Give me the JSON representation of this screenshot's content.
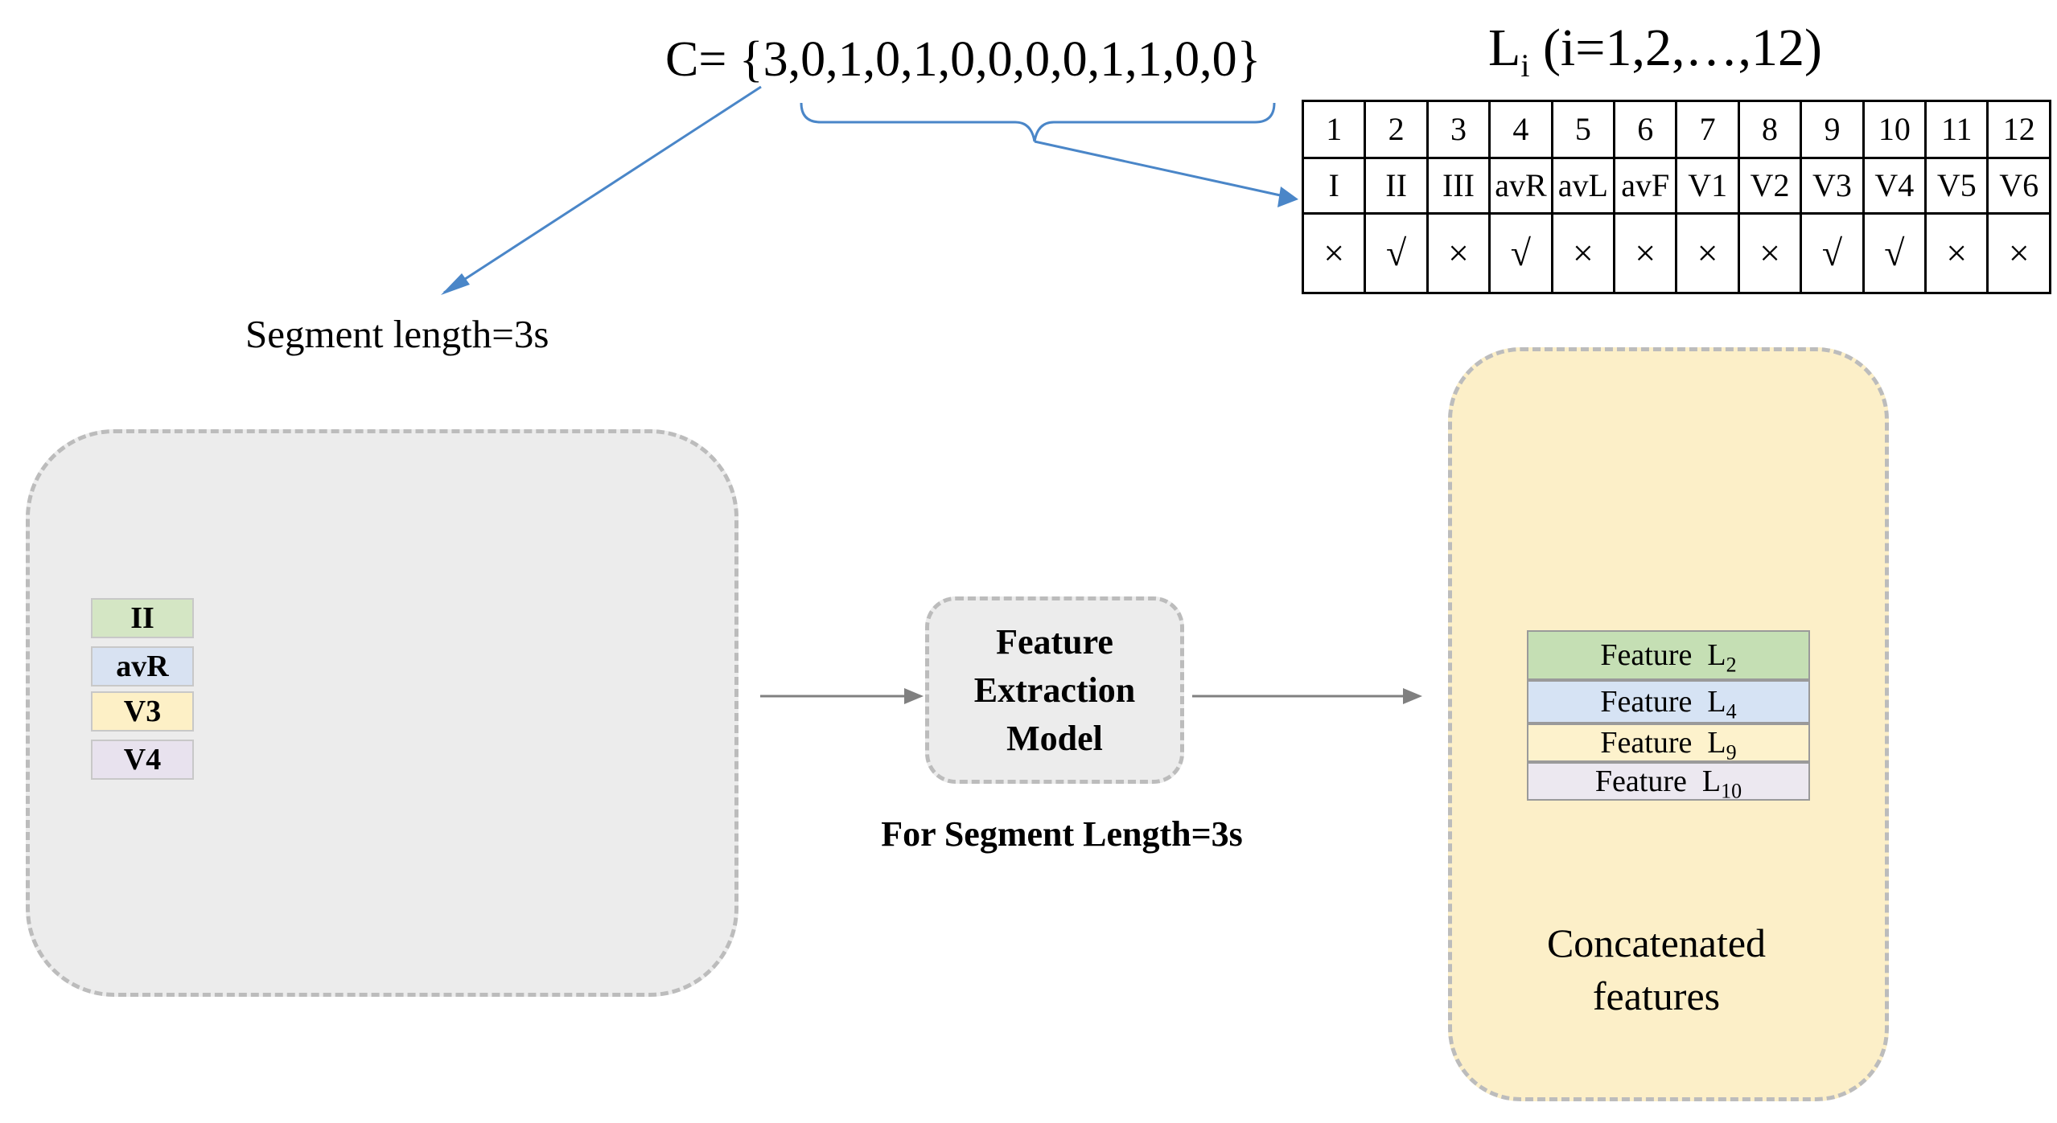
{
  "formula": {
    "prefix": "C= ",
    "values": "{3,0,1,0,1,0,0,0,0,1,1,0,0}"
  },
  "lead_index_title": {
    "symbol": "L",
    "subscript": "i",
    "range": " (i=1,2,…,12)"
  },
  "lead_table": {
    "numbers": [
      "1",
      "2",
      "3",
      "4",
      "5",
      "6",
      "7",
      "8",
      "9",
      "10",
      "11",
      "12"
    ],
    "leads": [
      "I",
      "II",
      "III",
      "avR",
      "avL",
      "avF",
      "V1",
      "V2",
      "V3",
      "V4",
      "V5",
      "V6"
    ],
    "selected": [
      "×",
      "√",
      "×",
      "√",
      "×",
      "×",
      "×",
      "×",
      "√",
      "√",
      "×",
      "×"
    ]
  },
  "segment_label": "Segment length=3s",
  "ecg_leads": [
    {
      "label": "II",
      "color": "#d4e6c4",
      "trace": "#6a9a48"
    },
    {
      "label": "avR",
      "color": "#d8e2f2",
      "trace": "#3e86c8"
    },
    {
      "label": "V3",
      "color": "#fdf0c6",
      "trace": "#d2a424"
    },
    {
      "label": "V4",
      "color": "#e8e2ee",
      "trace": "#7e3cb0"
    }
  ],
  "model_box": {
    "line1": "Feature",
    "line2": "Extraction",
    "line3": "Model"
  },
  "model_caption": "For Segment Length=3s",
  "features": [
    {
      "word": "Feature",
      "symbol": "L",
      "sub": "2",
      "color": "#c5dfb4"
    },
    {
      "word": "Feature",
      "symbol": "L",
      "sub": "4",
      "color": "#d6e3f4"
    },
    {
      "word": "Feature",
      "symbol": "L",
      "sub": "9",
      "color": "#fdf2cc"
    },
    {
      "word": "Feature",
      "symbol": "L",
      "sub": "10",
      "color": "#ece8f0"
    }
  ],
  "concat_label": {
    "line1": "Concatenated",
    "line2": "features"
  },
  "colors": {
    "connector_blue": "#4a86c8",
    "arrow_gray": "#808080"
  }
}
